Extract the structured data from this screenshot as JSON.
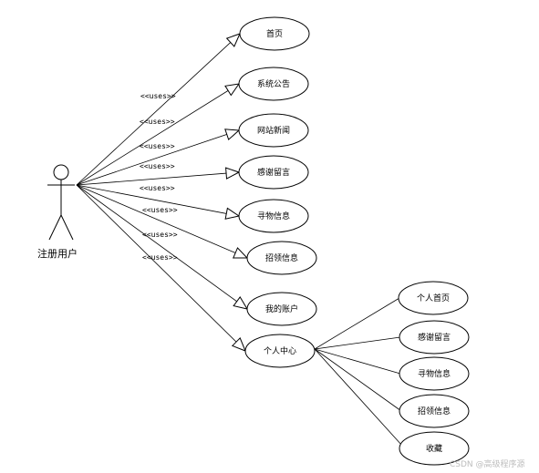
{
  "actor": {
    "label": "注册用户"
  },
  "stereotype": "<<uses>>",
  "use_cases": [
    {
      "id": "uc-home",
      "label": "首页"
    },
    {
      "id": "uc-announcement",
      "label": "系统公告"
    },
    {
      "id": "uc-news",
      "label": "网站新闻"
    },
    {
      "id": "uc-thanks",
      "label": "感谢留言"
    },
    {
      "id": "uc-lost",
      "label": "寻物信息"
    },
    {
      "id": "uc-found",
      "label": "招领信息"
    },
    {
      "id": "uc-account",
      "label": "我的账户"
    },
    {
      "id": "uc-center",
      "label": "个人中心"
    }
  ],
  "sub_use_cases": [
    {
      "id": "sub-home",
      "label": "个人首页"
    },
    {
      "id": "sub-thanks",
      "label": "感谢留言"
    },
    {
      "id": "sub-lost",
      "label": "寻物信息"
    },
    {
      "id": "sub-found",
      "label": "招领信息"
    },
    {
      "id": "sub-favorite",
      "label": "收藏"
    }
  ],
  "watermark": "CSDN @高级程序源"
}
